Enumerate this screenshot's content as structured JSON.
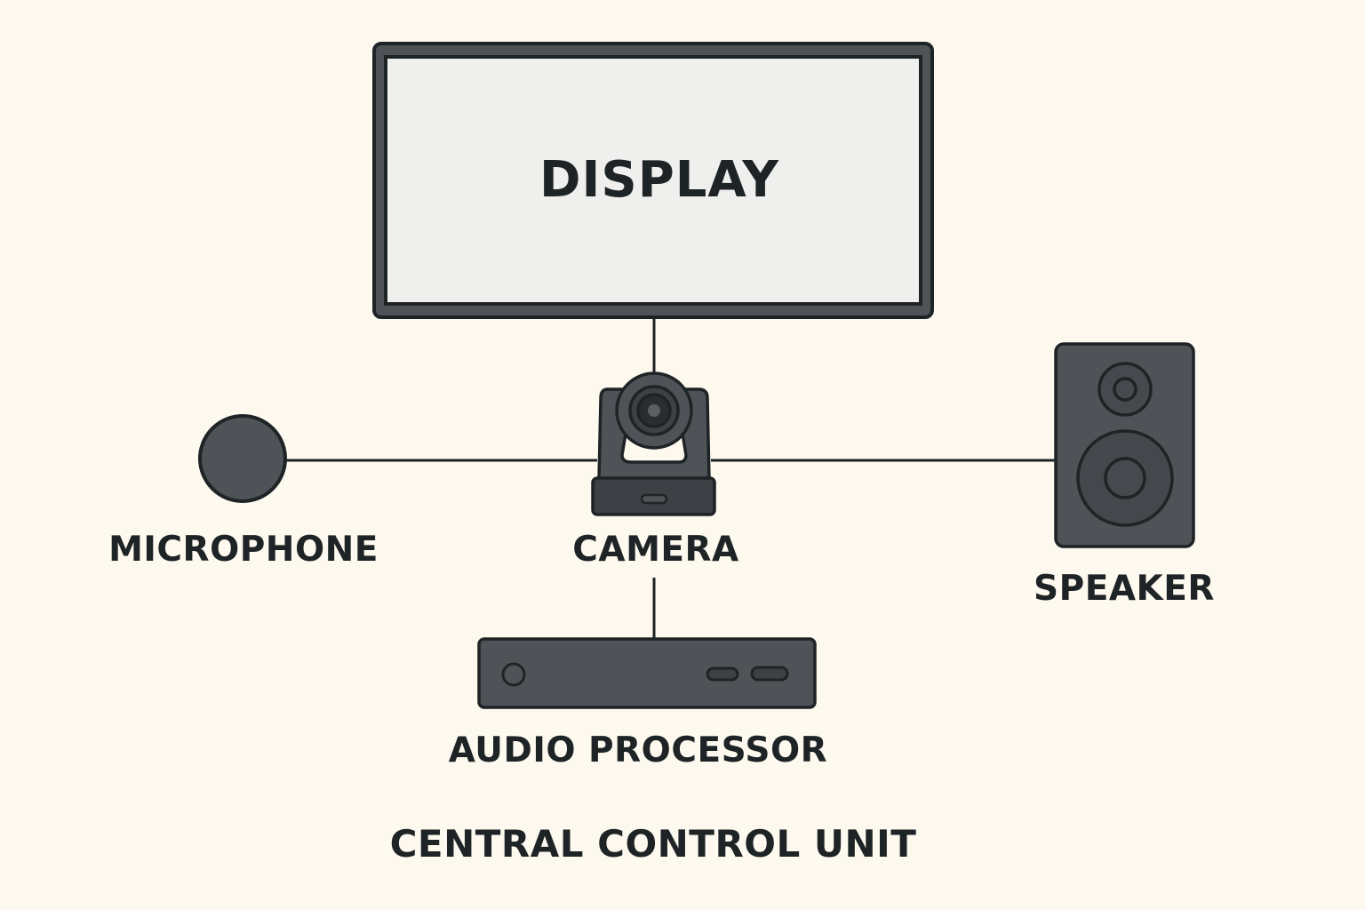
{
  "diagram": {
    "title": "CENTRAL CONTROL UNIT",
    "colors": {
      "background": "#fdf9ef",
      "device_fill": "#4f5358",
      "device_dark": "#3d4145",
      "outline": "#1e2326",
      "screen": "#efefed",
      "connector": "#1e2326"
    },
    "nodes": {
      "display": {
        "label": "DISPLAY",
        "icon": "display-icon"
      },
      "camera": {
        "label": "CAMERA",
        "icon": "ptz-camera-icon"
      },
      "microphone": {
        "label": "MICROPHONE",
        "icon": "microphone-icon"
      },
      "speaker": {
        "label": "SPEAKER",
        "icon": "speaker-icon"
      },
      "audio_processor": {
        "label": "AUDIO PROCESSOR",
        "icon": "audio-processor-icon"
      }
    },
    "connections": [
      {
        "from": "display",
        "to": "camera"
      },
      {
        "from": "microphone",
        "to": "camera"
      },
      {
        "from": "camera",
        "to": "speaker"
      },
      {
        "from": "camera",
        "to": "audio_processor"
      }
    ]
  }
}
